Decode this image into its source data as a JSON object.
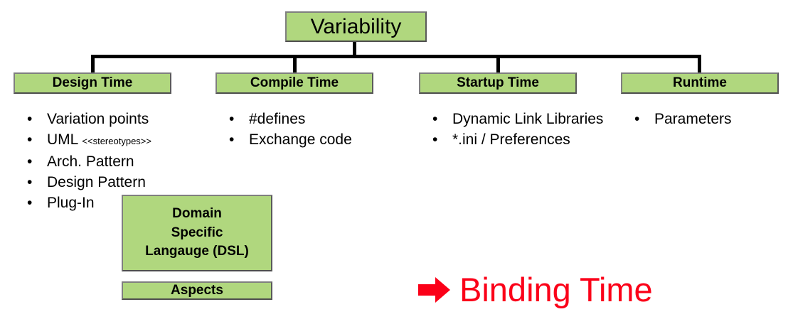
{
  "diagram": {
    "root": {
      "label": "Variability"
    },
    "colors": {
      "box_fill": "#b0d77e",
      "box_border": "#7f7f7f",
      "connector": "#000000",
      "callout": "#fb0018",
      "text": "#000000",
      "background": "#ffffff"
    },
    "phases": [
      {
        "id": "design-time",
        "label": "Design Time",
        "items": [
          {
            "text": "Variation points",
            "note": ""
          },
          {
            "text": "UML ",
            "note": "<<stereotypes>>"
          },
          {
            "text": "Arch. Pattern",
            "note": ""
          },
          {
            "text": "Design Pattern",
            "note": ""
          },
          {
            "text": "Plug-In",
            "note": ""
          }
        ]
      },
      {
        "id": "compile-time",
        "label": "Compile Time",
        "items": [
          {
            "text": "#defines",
            "note": ""
          },
          {
            "text": "Exchange code",
            "note": ""
          }
        ]
      },
      {
        "id": "startup-time",
        "label": "Startup Time",
        "items": [
          {
            "text": "Dynamic Link Libraries",
            "note": ""
          },
          {
            "text": "*.ini / Preferences",
            "note": ""
          }
        ]
      },
      {
        "id": "runtime",
        "label": "Runtime",
        "items": [
          {
            "text": "Parameters",
            "note": ""
          }
        ]
      }
    ],
    "extra_boxes": [
      {
        "id": "dsl",
        "line1": "Domain",
        "line2": "Specific",
        "line3": "Langauge (DSL)"
      },
      {
        "id": "aspects",
        "label": "Aspects"
      }
    ],
    "callout": {
      "arrow_icon": "right-arrow-icon",
      "text": "Binding Time"
    },
    "bullet_glyph": "•"
  }
}
